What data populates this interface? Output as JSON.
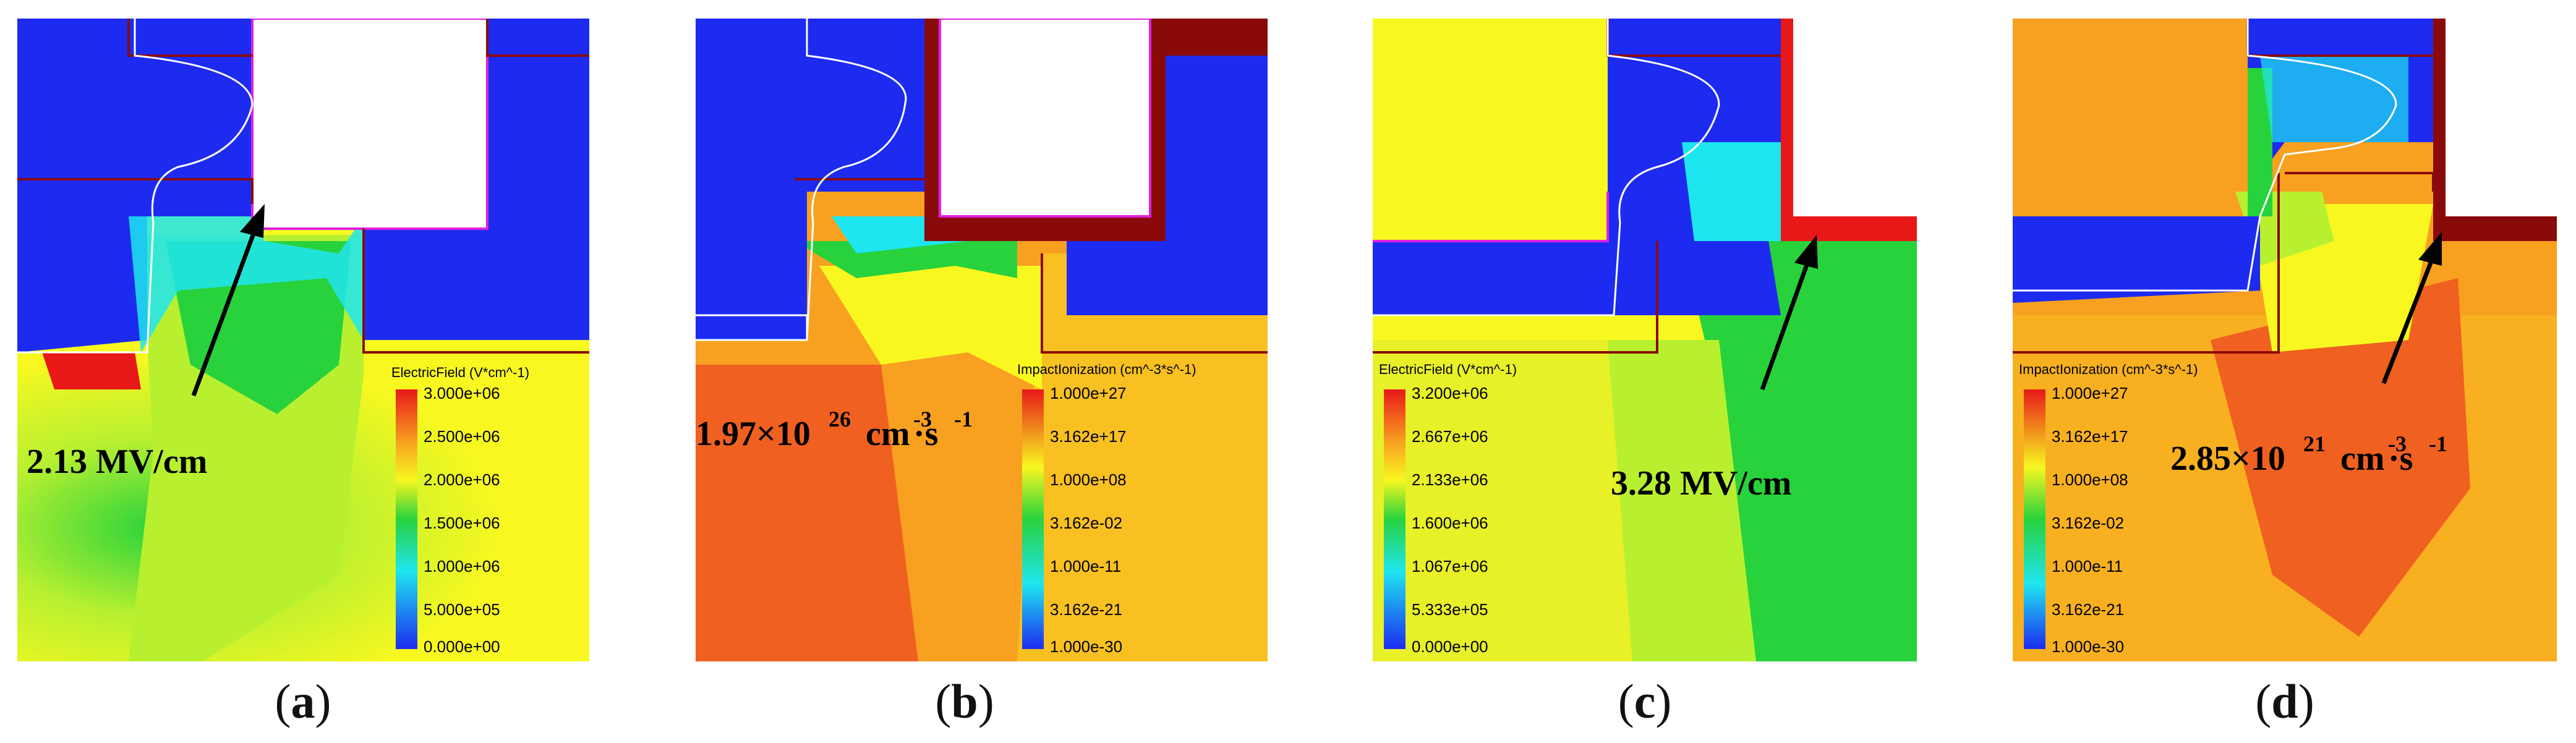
{
  "panels": [
    {
      "id": "a",
      "caption": "a",
      "legend_title": "ElectricField (V*cm^-1)",
      "legend_ticks": [
        "3.000e+06",
        "2.500e+06",
        "2.000e+06",
        "1.500e+06",
        "1.000e+06",
        "5.000e+05",
        "0.000e+00"
      ],
      "annotation": {
        "value": "2.13 MV/cm"
      }
    },
    {
      "id": "b",
      "caption": "b",
      "legend_title": "ImpactIonization (cm^-3*s^-1)",
      "legend_ticks": [
        "1.000e+27",
        "3.162e+17",
        "1.000e+08",
        "3.162e-02",
        "1.000e-11",
        "3.162e-21",
        "1.000e-30"
      ],
      "annotation": {
        "mantissa": "1.97×10",
        "exp1": "26",
        "unit1": "cm",
        "exp2": "-3",
        "unit2": "·s",
        "exp3": "-1"
      }
    },
    {
      "id": "c",
      "caption": "c",
      "legend_title": "ElectricField (V*cm^-1)",
      "legend_ticks": [
        "3.200e+06",
        "2.667e+06",
        "2.133e+06",
        "1.600e+06",
        "1.067e+06",
        "5.333e+05",
        "0.000e+00"
      ],
      "annotation": {
        "value": "3.28 MV/cm"
      }
    },
    {
      "id": "d",
      "caption": "d",
      "legend_title": "ImpactIonization (cm^-3*s^-1)",
      "legend_ticks": [
        "1.000e+27",
        "3.162e+17",
        "1.000e+08",
        "3.162e-02",
        "1.000e-11",
        "3.162e-21",
        "1.000e-30"
      ],
      "annotation": {
        "mantissa": "2.85×10",
        "exp1": "21",
        "unit1": "cm",
        "exp2": "-3",
        "unit2": "·s",
        "exp3": "-1"
      }
    }
  ],
  "colors": {
    "blue": "#1d2bf0",
    "cyan": "#1ee6f0",
    "green": "#28d23c",
    "yellowgreen": "#b8f030",
    "yellow": "#f8f820",
    "orange": "#f8a020",
    "red": "#e81818",
    "darkred": "#8a0a0a",
    "magenta": "#e020e0"
  }
}
